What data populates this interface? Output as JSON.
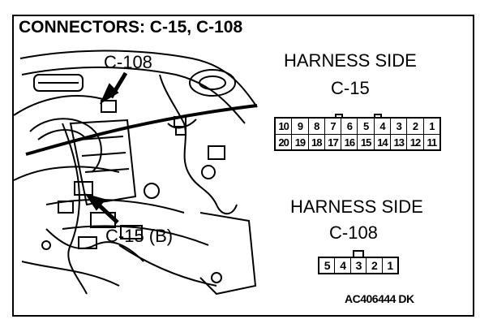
{
  "title": "CONNECTORS: C-15, C-108",
  "callouts": {
    "c108": "C-108",
    "c15b": "C-15 (B)"
  },
  "c15_view": {
    "heading": "HARNESS SIDE",
    "name": "C-15",
    "pins_top": [
      "10",
      "9",
      "8",
      "7",
      "6",
      "5",
      "4",
      "3",
      "2",
      "1"
    ],
    "pins_bottom": [
      "20",
      "19",
      "18",
      "17",
      "16",
      "15",
      "14",
      "13",
      "12",
      "11"
    ]
  },
  "c108_view": {
    "heading": "HARNESS SIDE",
    "name": "C-108",
    "pins": [
      "5",
      "4",
      "3",
      "2",
      "1"
    ]
  },
  "figure_code": "AC406444 DK",
  "colors": {
    "line": "#000000",
    "background": "#ffffff"
  }
}
